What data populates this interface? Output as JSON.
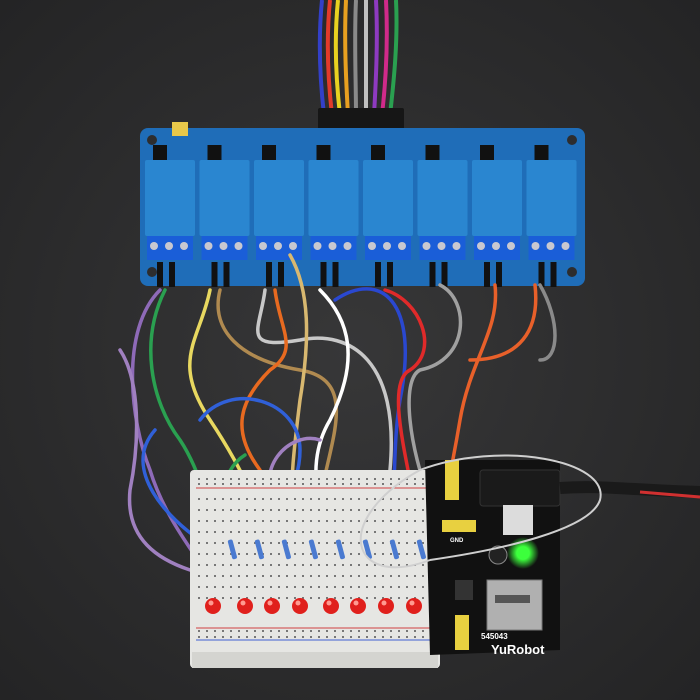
{
  "power_module": {
    "model": "545043",
    "brand": "YuRobot",
    "gnd_label": "GND"
  },
  "colors": {
    "background": "#2d2d2e",
    "relay_board": "#1f6db8",
    "relay": "#2a86d0",
    "breadboard": "#e6e6e3",
    "power_module": "#111111",
    "led_red": "#e0201c",
    "power_led": "#3cff3c"
  },
  "relay_count": 8,
  "led_count": 8
}
